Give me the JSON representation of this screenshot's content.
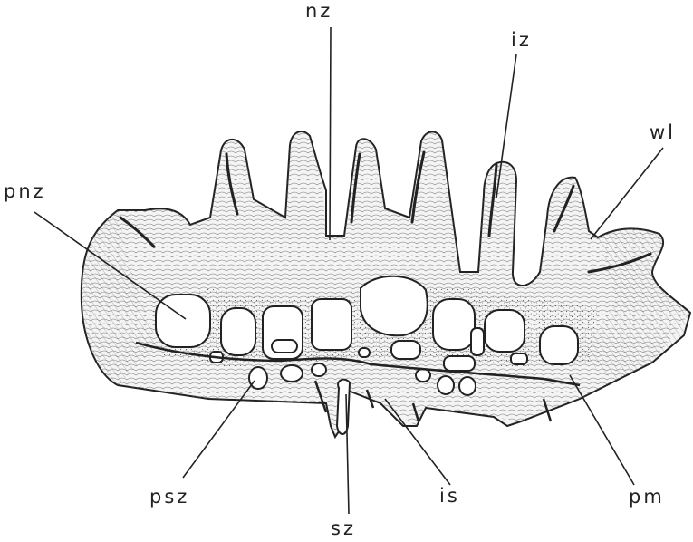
{
  "figure": {
    "labels": {
      "nz": "nz",
      "iz": "iz",
      "wl": "wl",
      "pnz": "pnz",
      "psz": "psz",
      "sz": "sz",
      "is": "is",
      "pm": "pm"
    },
    "colors": {
      "ink": "#222222",
      "background": "#ffffff",
      "tissue": "#f4f4f4"
    }
  }
}
